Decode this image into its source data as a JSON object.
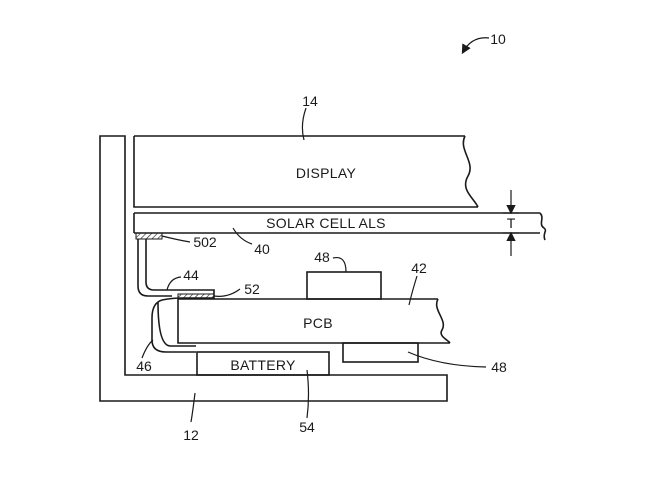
{
  "figure": {
    "assembly_ref": "10",
    "components": {
      "display": "DISPLAY",
      "solar_cell": "SOLAR CELL ALS",
      "pcb": "PCB",
      "battery": "BATTERY",
      "thickness": "T"
    },
    "refs": {
      "r14": "14",
      "r40": "40",
      "r42": "42",
      "r44": "44",
      "r46": "46",
      "r48_top": "48",
      "r48_right": "48",
      "r52": "52",
      "r54": "54",
      "r12": "12",
      "r502": "502"
    }
  }
}
